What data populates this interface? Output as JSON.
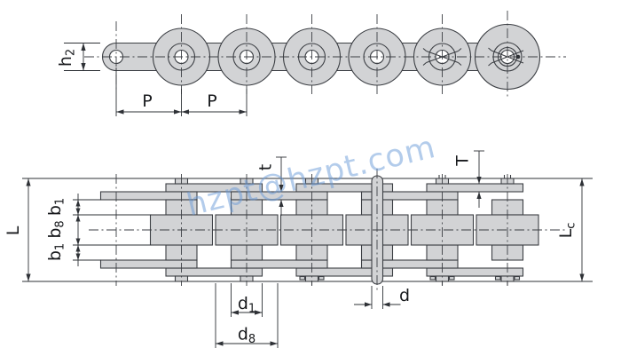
{
  "figure": {
    "type": "technical-drawing",
    "subject": "roller chain with oversized rollers, side view and plan view",
    "colors": {
      "part_fill": "#d2d3d5",
      "outline": "#3c3f44",
      "dim": "#2e3136",
      "label": "#17191c",
      "watermark": "#6a9bd8",
      "background": "#ffffff"
    },
    "watermark": {
      "text": "hzpt@hzpt.com"
    },
    "dims": {
      "h2": {
        "main": "h",
        "sub": "2"
      },
      "p1": {
        "main": "P",
        "sub": ""
      },
      "p2": {
        "main": "P",
        "sub": ""
      },
      "L": {
        "main": "L",
        "sub": ""
      },
      "b1_top": {
        "main": "b",
        "sub": "1"
      },
      "b8": {
        "main": "b",
        "sub": "8"
      },
      "b1_bottom": {
        "main": "b",
        "sub": "1"
      },
      "t": {
        "main": "t",
        "sub": ""
      },
      "T": {
        "main": "T",
        "sub": ""
      },
      "d1": {
        "main": "d",
        "sub": "1"
      },
      "d8": {
        "main": "d",
        "sub": "8"
      },
      "d": {
        "main": "d",
        "sub": ""
      },
      "Lc": {
        "main": "L",
        "sub": "c"
      }
    }
  }
}
